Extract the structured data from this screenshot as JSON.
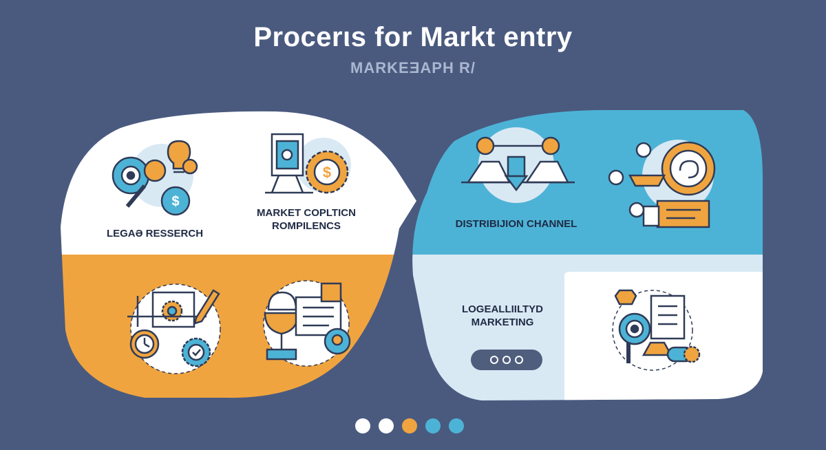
{
  "header": {
    "title": "Procerιs for Markt entry",
    "subtitle": "MARKEƎAPH R/"
  },
  "panels": [
    {
      "label": "LEGAƏ RESSERCH"
    },
    {
      "label_line1": "MARKET COPLTICN",
      "label_line2": "ROMPILENCS"
    },
    {
      "label": "DISTRIBIJION CHANNEL"
    },
    {
      "label_line1": "LOGEALLIILTYD",
      "label_line2": "MARKETING"
    }
  ],
  "pager": {
    "dots": [
      {
        "color": "#ffffff",
        "state": "default"
      },
      {
        "color": "#ffffff",
        "state": "default"
      },
      {
        "color": "#f0a43f",
        "state": "active"
      },
      {
        "color": "#4db3d6",
        "state": "default"
      },
      {
        "color": "#4db3d6",
        "state": "default"
      }
    ]
  },
  "colors": {
    "background": "#4a5a7f",
    "orange": "#f0a43f",
    "blue": "#4db3d6",
    "light_blue": "#d9e9f4",
    "navy": "#3d4b6b"
  }
}
